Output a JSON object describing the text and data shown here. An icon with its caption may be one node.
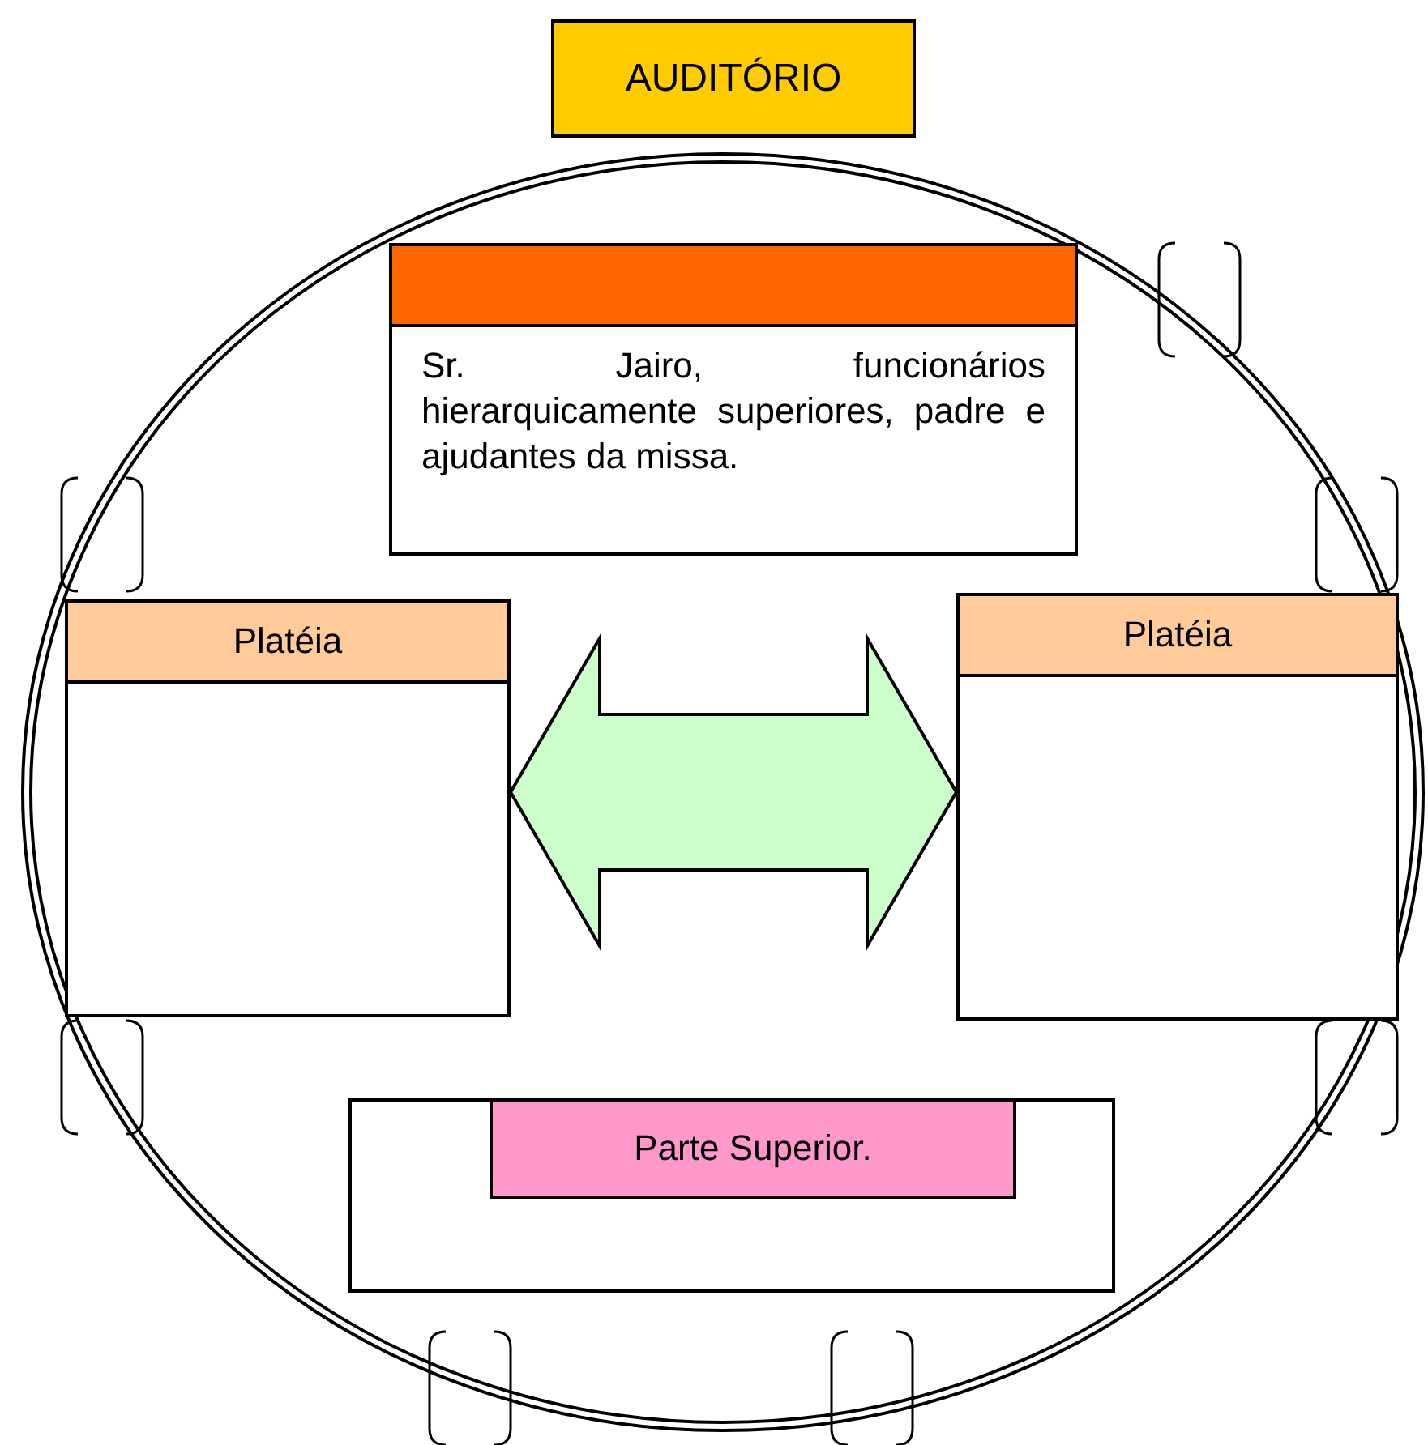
{
  "diagram": {
    "nodes": [
      {
        "text": [
          "AUDITÓRIO"
        ]
      },
      {
        "text": [],
        "shape": "ellipse"
      },
      {
        "text": [
          "Sr. Jairo, funcionários hierarquicamente superiores, padre e ajudantes da missa."
        ],
        "in": 1
      },
      {
        "text": [
          "Platéia"
        ],
        "in": 1
      },
      {
        "text": [
          "Platéia"
        ],
        "in": 1
      },
      {
        "text": [
          "Parte Superior."
        ],
        "in": 1
      }
    ],
    "edges": [
      {
        "from": 3,
        "to": 4,
        "arrow": "both"
      }
    ]
  }
}
